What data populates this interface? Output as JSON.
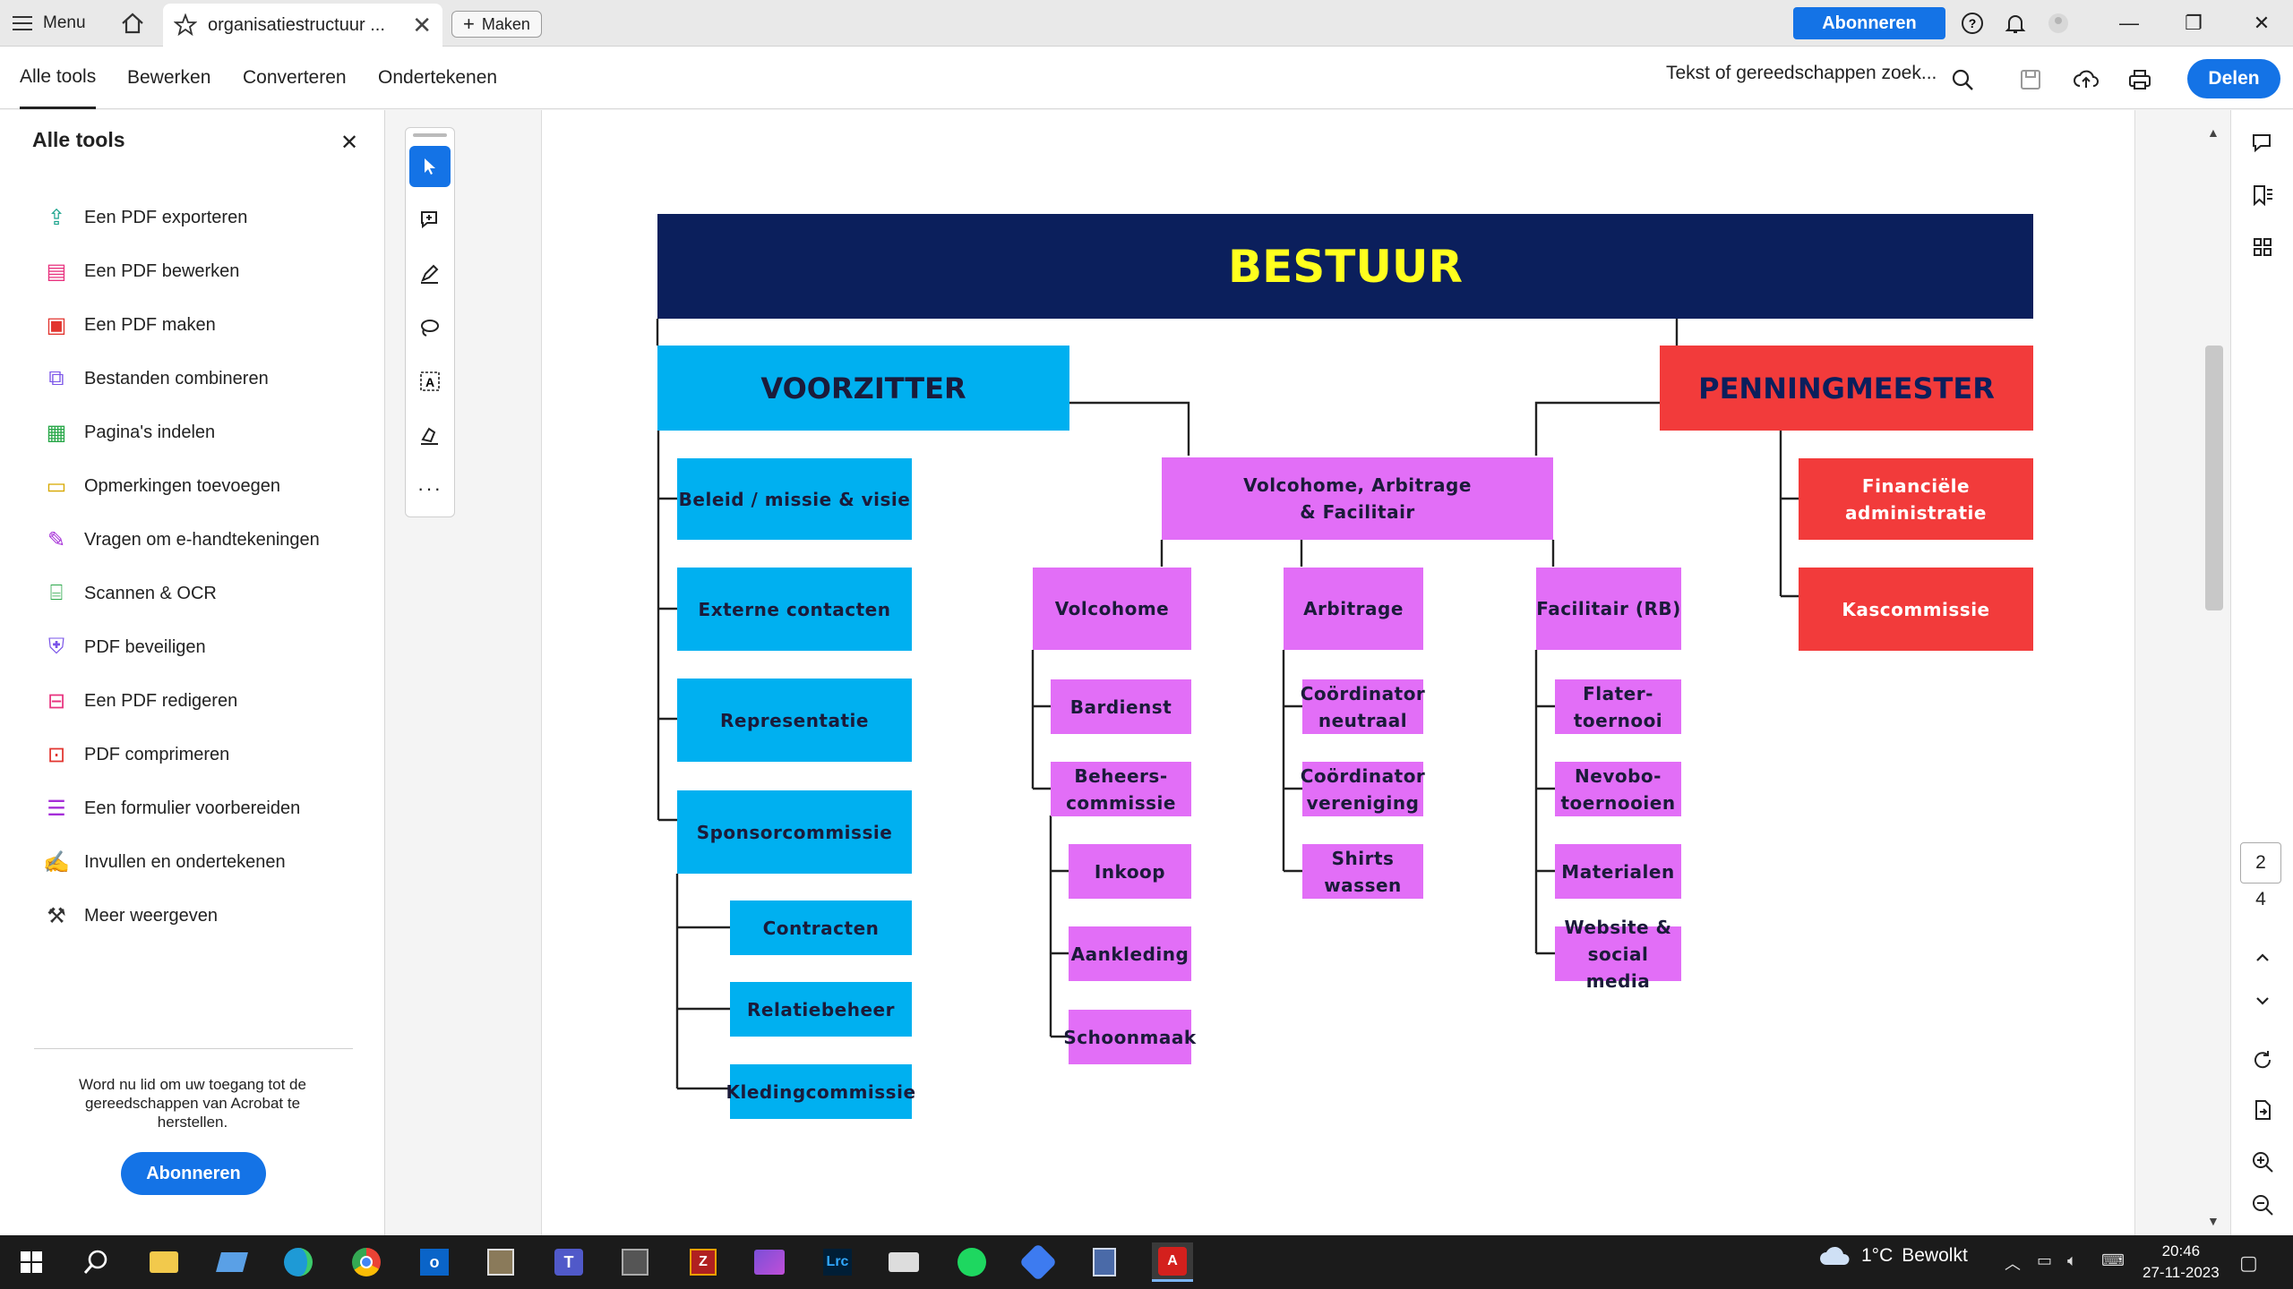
{
  "titlebar": {
    "menu_label": "Menu",
    "tab_title": "organisatiestructuur ...",
    "new_label": "Maken",
    "subscribe_label": "Abonneren"
  },
  "toolbar": {
    "tabs": [
      "Alle tools",
      "Bewerken",
      "Converteren",
      "Ondertekenen"
    ],
    "search_placeholder": "Tekst of gereedschappen zoek...",
    "share_label": "Delen"
  },
  "left_panel": {
    "title": "Alle tools",
    "items": [
      {
        "label": "Een PDF exporteren",
        "icon": "export-pdf-icon",
        "color": "#1aa38c"
      },
      {
        "label": "Een PDF bewerken",
        "icon": "edit-pdf-icon",
        "color": "#e8337f"
      },
      {
        "label": "Een PDF maken",
        "icon": "create-pdf-icon",
        "color": "#e2352f"
      },
      {
        "label": "Bestanden combineren",
        "icon": "combine-files-icon",
        "color": "#7a54e8"
      },
      {
        "label": "Pagina's indelen",
        "icon": "organize-pages-icon",
        "color": "#2aa84a"
      },
      {
        "label": "Opmerkingen toevoegen",
        "icon": "comment-icon",
        "color": "#d7a800"
      },
      {
        "label": "Vragen om e-handtekeningen",
        "icon": "request-signature-icon",
        "color": "#a52dd8"
      },
      {
        "label": "Scannen & OCR",
        "icon": "scan-ocr-icon",
        "color": "#2aa84a"
      },
      {
        "label": "PDF beveiligen",
        "icon": "protect-pdf-icon",
        "color": "#7a54e8"
      },
      {
        "label": "Een PDF redigeren",
        "icon": "redact-pdf-icon",
        "color": "#e8337f"
      },
      {
        "label": "PDF comprimeren",
        "icon": "compress-pdf-icon",
        "color": "#e2352f"
      },
      {
        "label": "Een formulier voorbereiden",
        "icon": "prepare-form-icon",
        "color": "#a52dd8"
      },
      {
        "label": "Invullen en ondertekenen",
        "icon": "fill-sign-icon",
        "color": "#7a54e8"
      },
      {
        "label": "Meer weergeven",
        "icon": "more-tools-icon",
        "color": "#333333"
      }
    ],
    "promo_text": "Word nu lid om uw toegang tot de gereedschappen van Acrobat te herstellen.",
    "promo_button": "Abonneren"
  },
  "org_chart": {
    "top": "BESTUUR",
    "chair": "VOORZITTER",
    "treasurer": "PENNINGMEESTER",
    "center": "Volcohome, Arbitrage & Facilitair",
    "chair_children": [
      "Beleid / missie & visie",
      "Externe contacten",
      "Representatie",
      "Sponsorcommissie"
    ],
    "sponsor_children": [
      "Contracten",
      "Relatiebeheer",
      "Kledingcommissie"
    ],
    "treasurer_children": [
      "Financiële administratie",
      "Kascommissie"
    ],
    "center_children": [
      "Volcohome",
      "Arbitrage",
      "Facilitair (RB)"
    ],
    "volcohome_children": [
      "Bardienst",
      "Beheers-commissie"
    ],
    "beheer_children": [
      "Inkoop",
      "Aankleding",
      "Schoonmaak"
    ],
    "arbitrage_children": [
      "Coördinator neutraal",
      "Coördinator vereniging",
      "Shirts wassen"
    ],
    "facilitair_children": [
      "Flater-toernooi",
      "Nevobo-toernooien",
      "Materialen",
      "Website & social media"
    ]
  },
  "page_nav": {
    "current": "2",
    "total": "4"
  },
  "taskbar": {
    "weather_temp": "1°C",
    "weather_text": "Bewolkt",
    "time": "20:46",
    "date": "27-11-2023"
  }
}
